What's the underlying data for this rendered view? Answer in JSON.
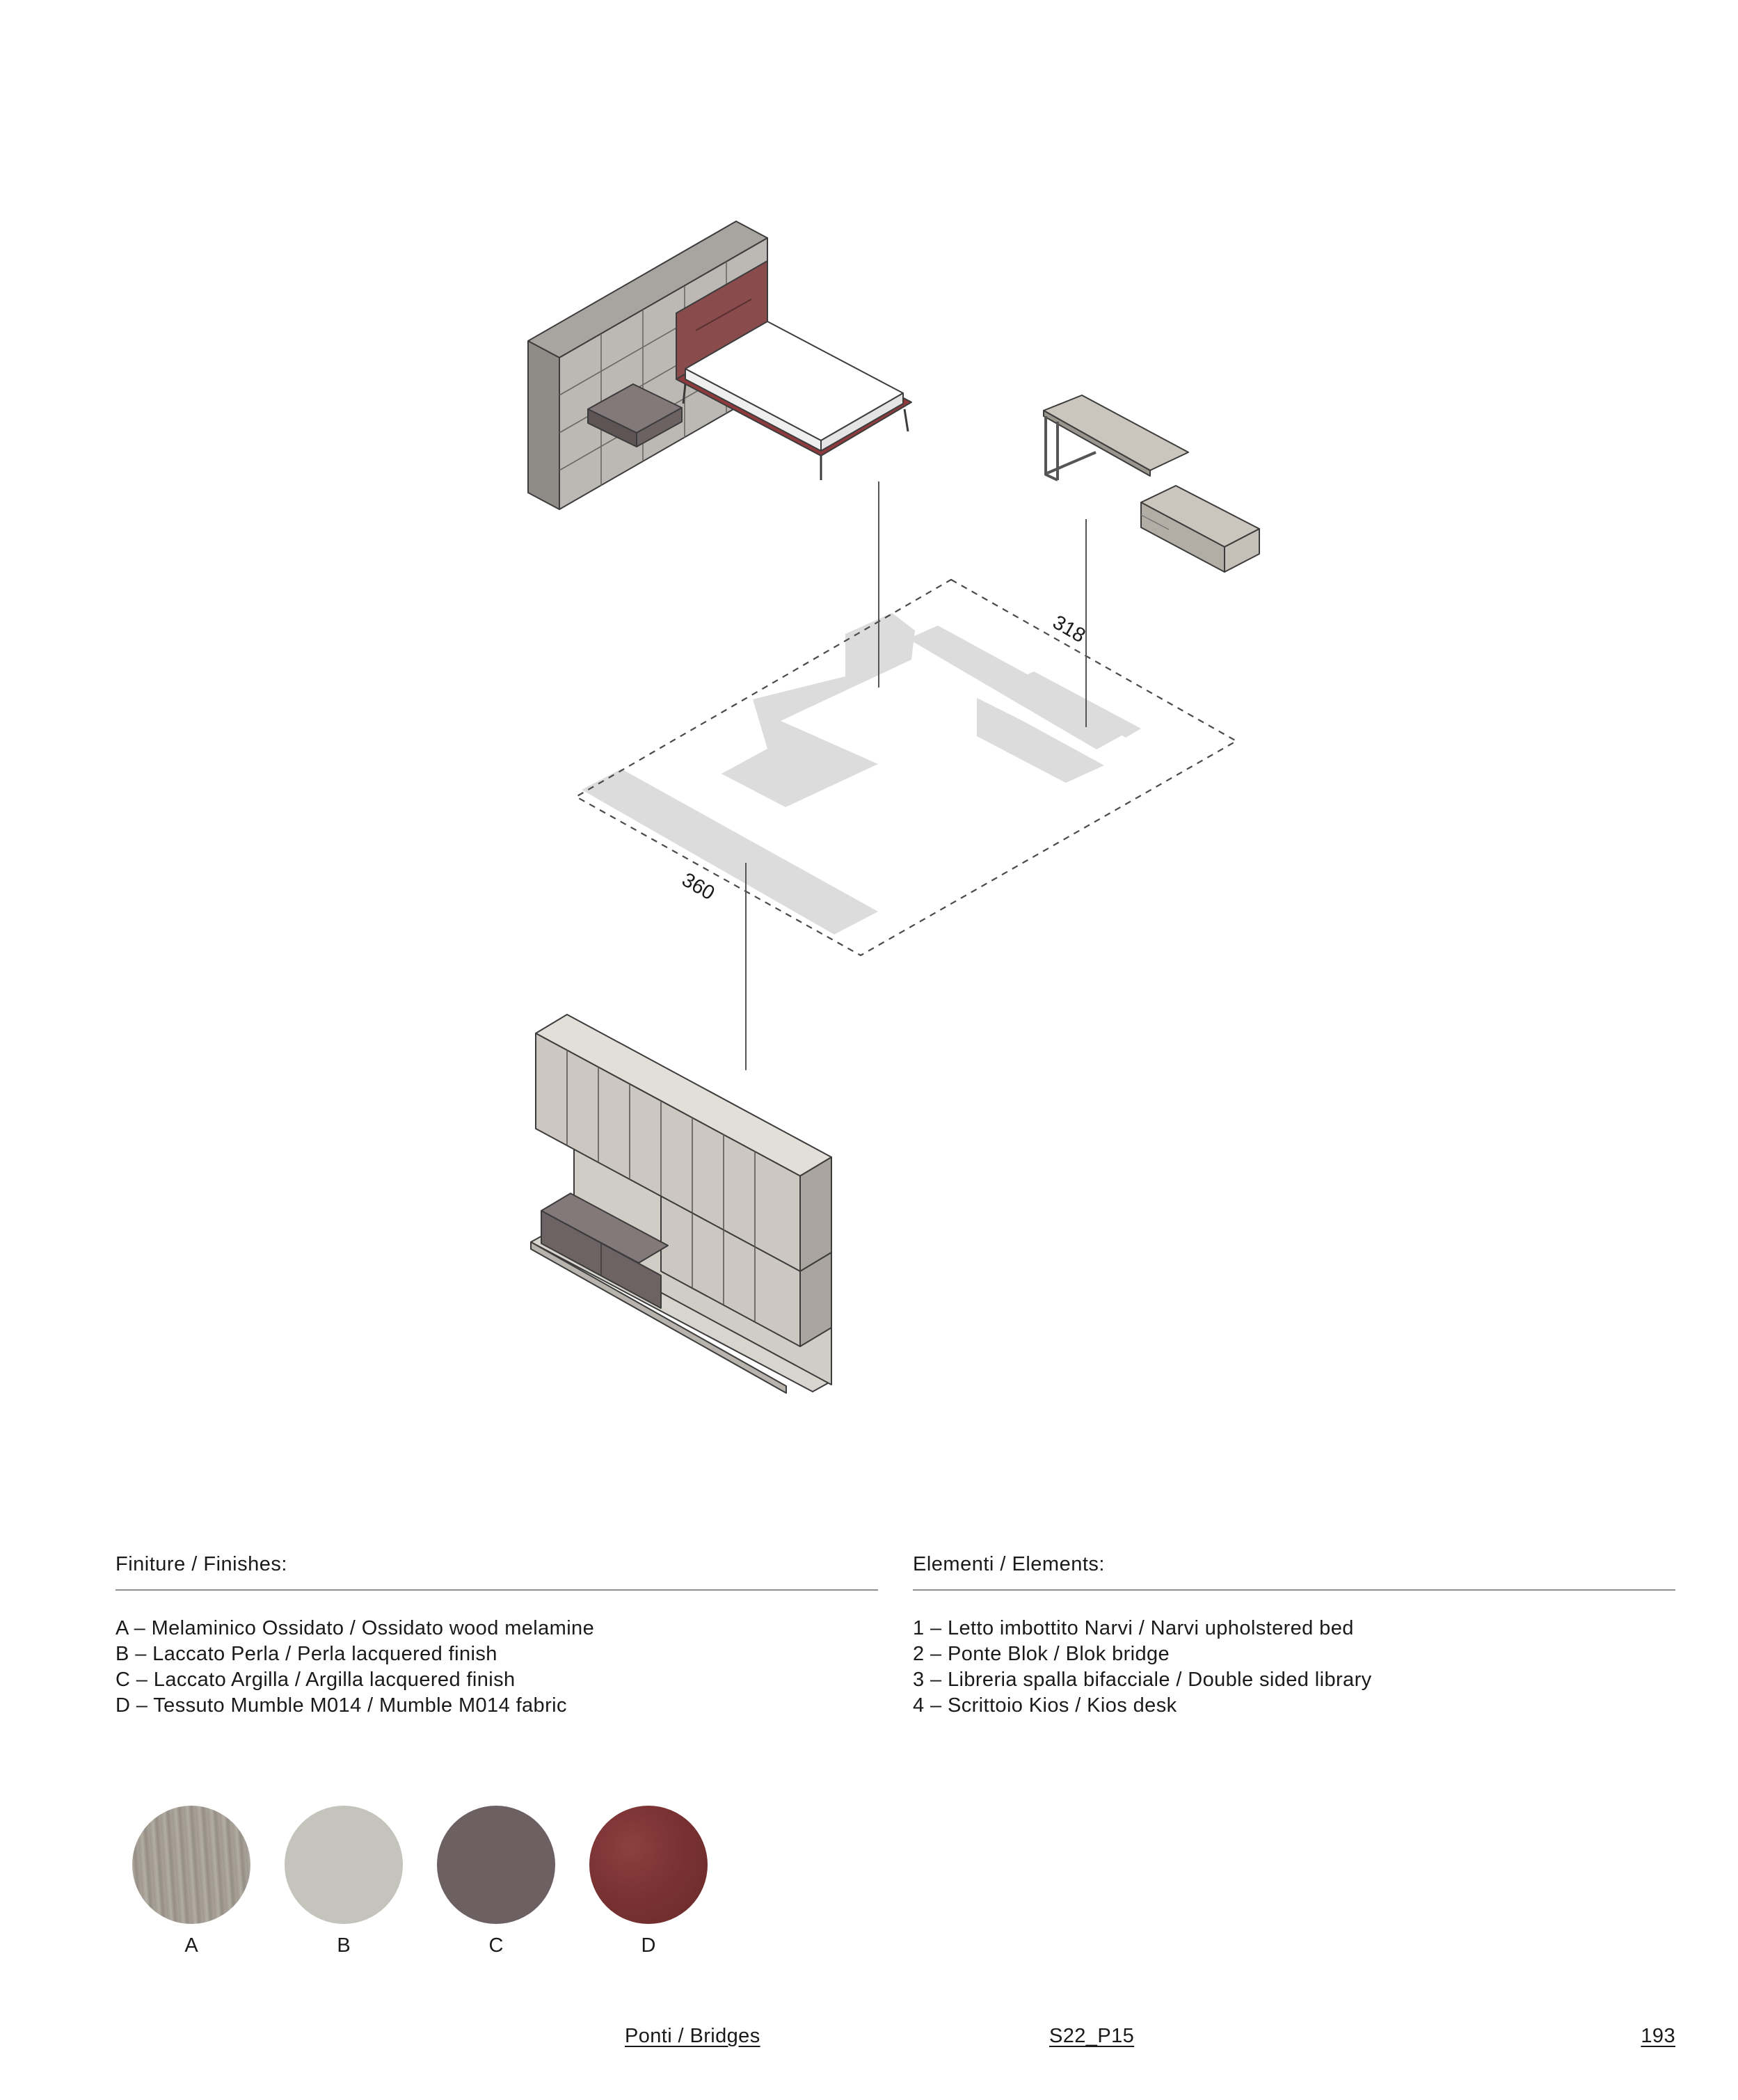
{
  "plan": {
    "dim_width": "318",
    "dim_depth": "360"
  },
  "finishes": {
    "heading": "Finiture / Finishes:",
    "items": [
      "A – Melaminico Ossidato / Ossidato wood melamine",
      "B – Laccato Perla / Perla lacquered finish",
      "C – Laccato Argilla / Argilla lacquered finish",
      "D – Tessuto Mumble M014 / Mumble M014 fabric"
    ]
  },
  "elements": {
    "heading": "Elementi / Elements:",
    "items": [
      "1 – Letto imbottito Narvi / Narvi upholstered bed",
      "2 – Ponte Blok / Blok bridge",
      "3 – Libreria spalla bifacciale / Double sided library",
      "4 – Scrittoio Kios / Kios desk"
    ]
  },
  "swatches": [
    {
      "label": "A",
      "color": "#a39c93"
    },
    {
      "label": "B",
      "color": "#c4c3bc"
    },
    {
      "label": "C",
      "color": "#6d6062"
    },
    {
      "label": "D",
      "color": "#7e3434"
    }
  ],
  "footer": {
    "section": "Ponti / Bridges",
    "code": "S22_P15",
    "page": "193"
  }
}
